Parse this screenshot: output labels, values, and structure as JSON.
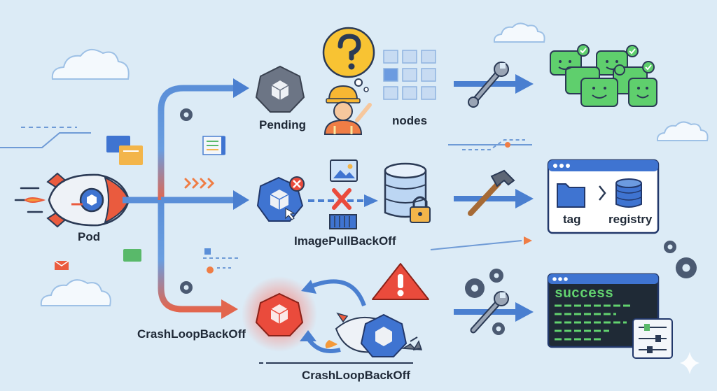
{
  "labels": {
    "pod": "Pod",
    "pending": "Pending",
    "nodes": "nodes",
    "image_pull": "ImagePullBackOff",
    "crash_left": "CrashLoopBackOff",
    "crash_bottom": "CrashLoopBackOff",
    "tag": "tag",
    "registry": "registry",
    "success": "success"
  },
  "icons": {
    "pending": "cube-hexagon-gray-icon",
    "image_pull": "cube-hexagon-blue-error-icon",
    "crash": "cube-hexagon-red-glow-icon",
    "pod": "rocket-icon"
  },
  "colors": {
    "background": "#dcebf6",
    "arrow_blue": "#4a7fd0",
    "arrow_red": "#e2664e",
    "success_green": "#62d26f",
    "error_red": "#e5453a",
    "terminal_bg": "#1f2a36"
  }
}
